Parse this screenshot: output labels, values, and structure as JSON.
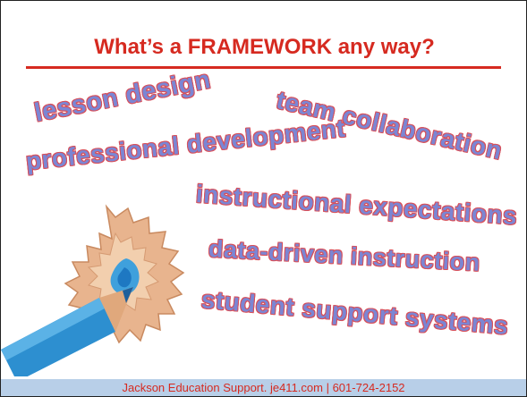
{
  "slide": {
    "title": "What’s a FRAMEWORK any way?",
    "words": [
      "lesson design",
      "team collaboration",
      "professional development",
      "instructional expectations",
      "data-driven instruction",
      "student support systems"
    ],
    "footer": "Jackson Education Support. je411.com | 601-724-2152"
  },
  "colors": {
    "title": "#d62a20",
    "rule": "#d62a20",
    "word_fill": "#7b86d4",
    "word_outline": "#d8505a",
    "footer_bg": "#b8cfe8",
    "footer_text": "#d62a20",
    "pencil_body": "#2d8fd0",
    "pencil_shavings": "#e8b48e"
  },
  "image": {
    "icon": "pencil-shavings-image"
  }
}
